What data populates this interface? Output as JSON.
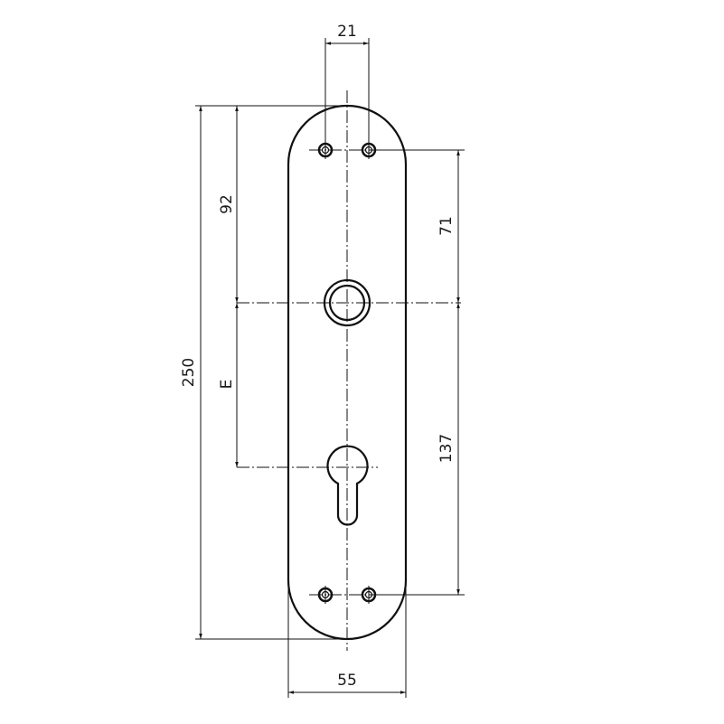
{
  "drawing": {
    "dimensions": {
      "screw_spacing": "21",
      "plate_width": "55",
      "plate_height": "250",
      "handle_offset": "92",
      "keyhole_distance": "E",
      "top_screw_to_handle": "71",
      "handle_to_bottom_screw": "137"
    }
  }
}
